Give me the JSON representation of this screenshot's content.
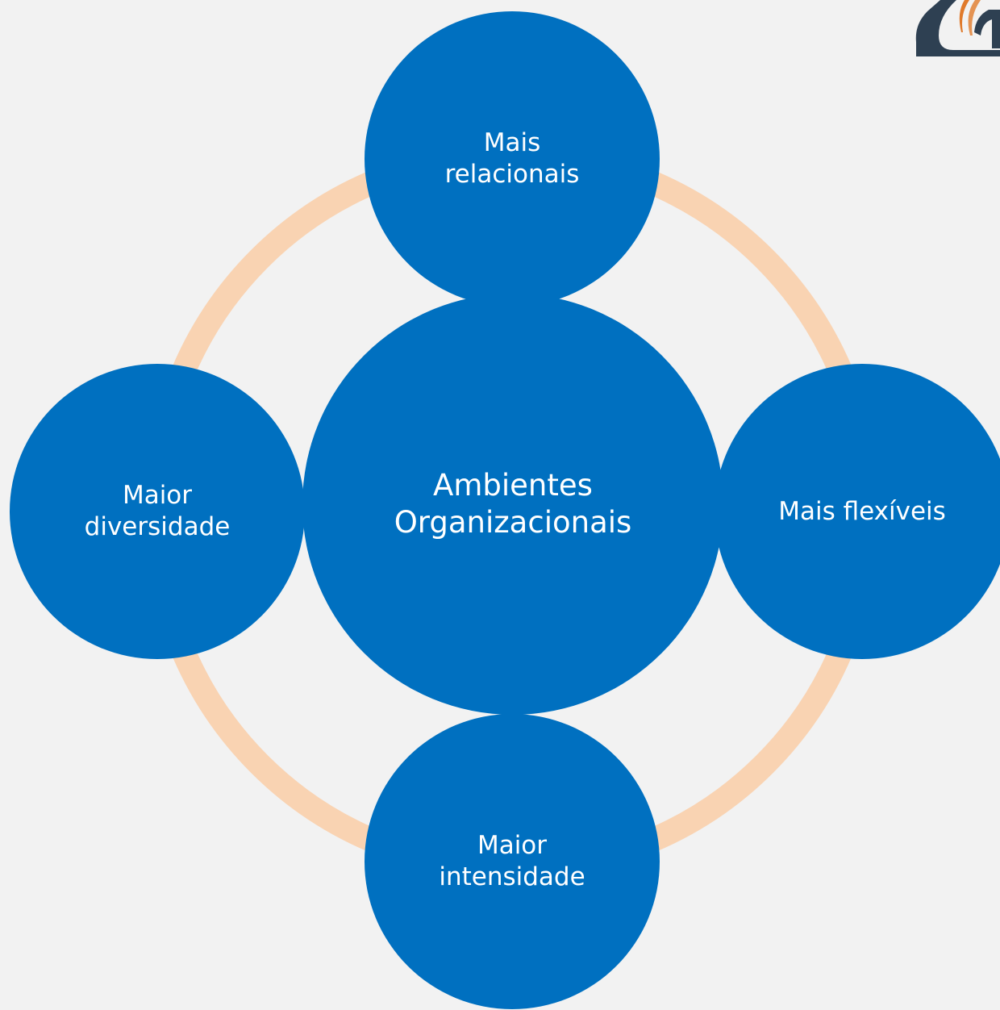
{
  "colors": {
    "background": "#f2f2f2",
    "node_fill": "#0070c0",
    "ring": "#f9d3b2",
    "node_text": "#ffffff",
    "logo_dark": "#2e4052",
    "logo_accent": "#e07a2b"
  },
  "diagram": {
    "center": "Ambientes\nOrganizacionais",
    "nodes": {
      "top": "Mais\nrelacionais",
      "right": "Mais flexíveis",
      "bottom": "Maior\nintensidade",
      "left": "Maior\ndiversidade"
    }
  },
  "logo": {
    "icon": "logo-icon"
  }
}
